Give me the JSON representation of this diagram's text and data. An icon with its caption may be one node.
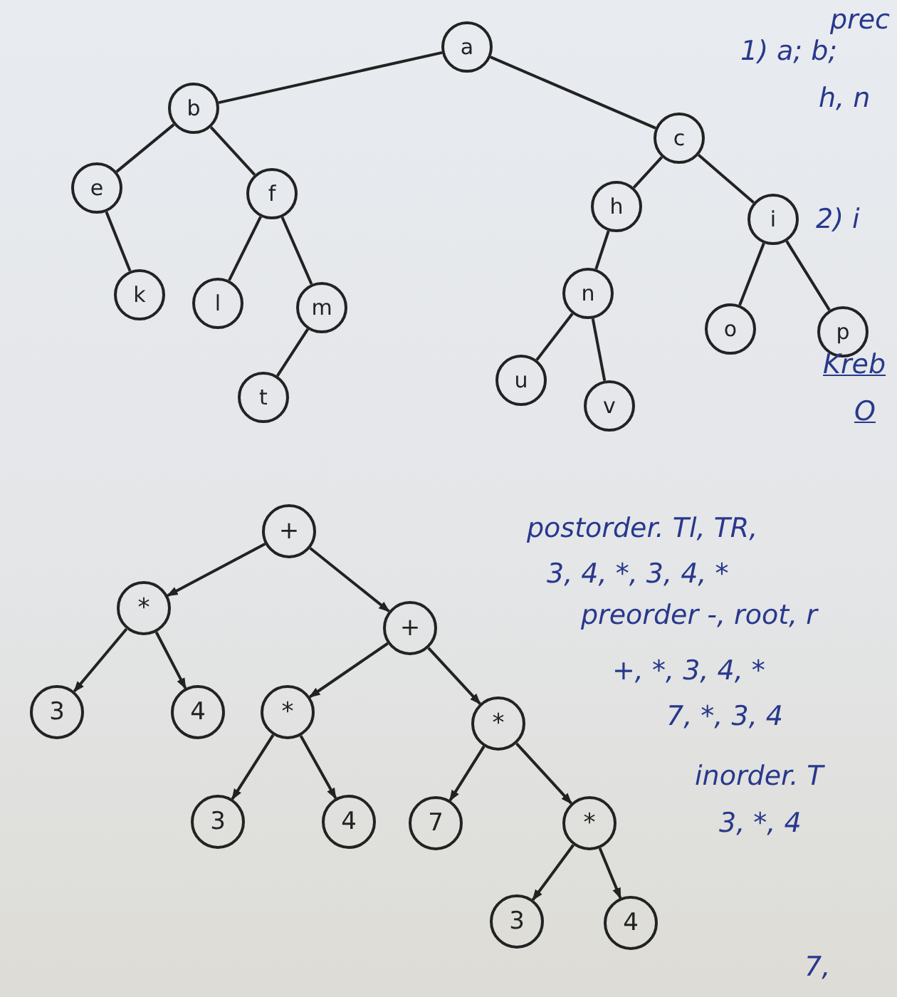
{
  "diagram": {
    "nodes": [
      {
        "text": [
          "a"
        ]
      },
      {
        "text": [
          "b"
        ]
      },
      {
        "text": [
          "c"
        ]
      },
      {
        "text": [
          "e"
        ]
      },
      {
        "text": [
          "f"
        ]
      },
      {
        "text": [
          "h"
        ]
      },
      {
        "text": [
          "i"
        ]
      },
      {
        "text": [
          "k"
        ]
      },
      {
        "text": [
          "l"
        ]
      },
      {
        "text": [
          "m"
        ]
      },
      {
        "text": [
          "n"
        ]
      },
      {
        "text": [
          "o"
        ]
      },
      {
        "text": [
          "p"
        ]
      },
      {
        "text": [
          "t"
        ]
      },
      {
        "text": [
          "u"
        ]
      },
      {
        "text": [
          "v"
        ]
      },
      {
        "text": [
          "+"
        ]
      },
      {
        "text": [
          "*"
        ]
      },
      {
        "text": [
          "+"
        ]
      },
      {
        "text": [
          "3"
        ]
      },
      {
        "text": [
          "4"
        ]
      },
      {
        "text": [
          "*"
        ]
      },
      {
        "text": [
          "*"
        ]
      },
      {
        "text": [
          "3"
        ]
      },
      {
        "text": [
          "4"
        ]
      },
      {
        "text": [
          "7"
        ]
      },
      {
        "text": [
          "*"
        ]
      },
      {
        "text": [
          "3"
        ]
      },
      {
        "text": [
          "4"
        ]
      }
    ],
    "edges": [
      {
        "from": 0,
        "to": 1,
        "arrow": "none"
      },
      {
        "from": 0,
        "to": 2,
        "arrow": "none"
      },
      {
        "from": 1,
        "to": 3,
        "arrow": "none"
      },
      {
        "from": 1,
        "to": 4,
        "arrow": "none"
      },
      {
        "from": 3,
        "to": 7,
        "arrow": "none"
      },
      {
        "from": 4,
        "to": 8,
        "arrow": "none"
      },
      {
        "from": 4,
        "to": 9,
        "arrow": "none"
      },
      {
        "from": 9,
        "to": 13,
        "arrow": "none"
      },
      {
        "from": 2,
        "to": 5,
        "arrow": "none"
      },
      {
        "from": 2,
        "to": 6,
        "arrow": "none"
      },
      {
        "from": 5,
        "to": 10,
        "arrow": "none"
      },
      {
        "from": 10,
        "to": 14,
        "arrow": "none"
      },
      {
        "from": 10,
        "to": 15,
        "arrow": "none"
      },
      {
        "from": 6,
        "to": 11,
        "arrow": "none"
      },
      {
        "from": 6,
        "to": 12,
        "arrow": "none"
      },
      {
        "from": 16,
        "to": 17,
        "arrow": "to"
      },
      {
        "from": 16,
        "to": 18,
        "arrow": "to"
      },
      {
        "from": 17,
        "to": 19,
        "arrow": "to"
      },
      {
        "from": 17,
        "to": 20,
        "arrow": "to"
      },
      {
        "from": 18,
        "to": 21,
        "arrow": "to"
      },
      {
        "from": 18,
        "to": 22,
        "arrow": "to"
      },
      {
        "from": 21,
        "to": 23,
        "arrow": "to"
      },
      {
        "from": 21,
        "to": 24,
        "arrow": "to"
      },
      {
        "from": 22,
        "to": 25,
        "arrow": "to"
      },
      {
        "from": 22,
        "to": 26,
        "arrow": "to"
      },
      {
        "from": 26,
        "to": 27,
        "arrow": "to"
      },
      {
        "from": 26,
        "to": 28,
        "arrow": "to"
      }
    ],
    "labels": [
      "prec",
      "1) a; b;",
      "h, n",
      "2) i",
      "Kreb",
      "O",
      "postorder. Tl, TR,",
      "3, 4, *, 3, 4, *",
      "preorder -, root, r",
      "+, *, 3, 4, *",
      "7, *, 3, 4",
      "inorder. T",
      "3, *, 4",
      "7,"
    ]
  }
}
